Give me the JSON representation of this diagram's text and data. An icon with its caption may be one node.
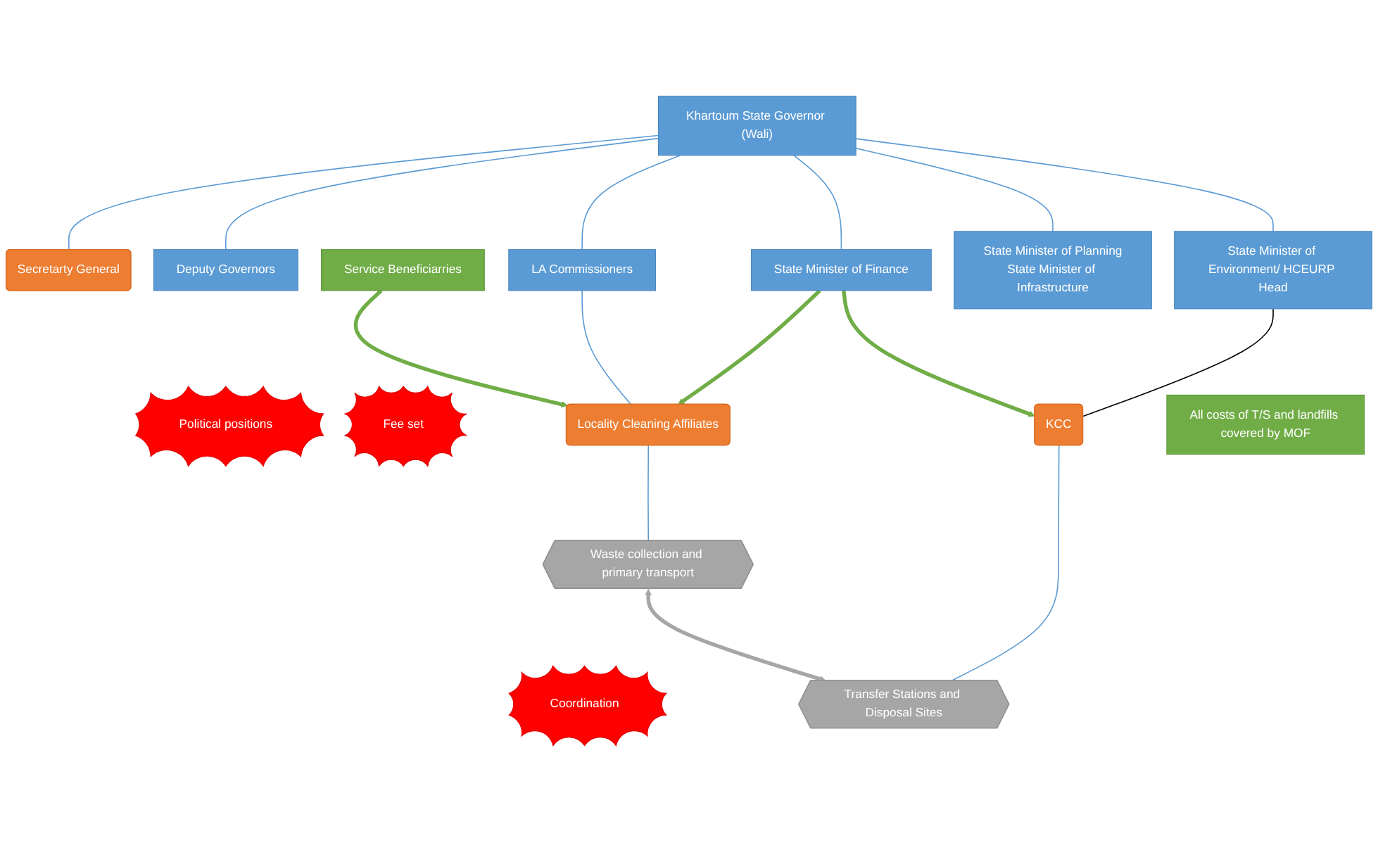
{
  "diagram": {
    "nodes": [
      {
        "text": [
          "Khartoum State Governor (Wali)"
        ]
      },
      {
        "text": [
          "Secretarty General"
        ]
      },
      {
        "text": [
          "Deputy Governors"
        ]
      },
      {
        "text": [
          "Political positions"
        ]
      },
      {
        "text": [
          "Fee set"
        ]
      },
      {
        "text": [
          "Service Beneficiarries"
        ]
      },
      {
        "text": [
          "LA Commissioners"
        ]
      },
      {
        "text": [
          "State Minister of Finance"
        ]
      },
      {
        "text": [
          "State Minister of Planning",
          "State Minister of Infrastructure"
        ]
      },
      {
        "text": [
          "State Minister of Environment/ HCEURP Head"
        ]
      },
      {
        "text": [
          "Locality Cleaning Affiliates"
        ]
      },
      {
        "text": [
          "KCC"
        ]
      },
      {
        "text": [
          "All costs of T/S and landfills covered by MOF"
        ]
      },
      {
        "text": [
          "Waste collection and primary transport"
        ]
      },
      {
        "text": [
          "Coordination"
        ]
      },
      {
        "text": [
          "Transfer Stations and Disposal Sites"
        ]
      }
    ],
    "edges": [
      {
        "from": 0,
        "to": 1,
        "arrow": "none"
      },
      {
        "from": 0,
        "to": 2,
        "arrow": "none"
      },
      {
        "from": 0,
        "to": 6,
        "arrow": "none"
      },
      {
        "from": 0,
        "to": 7,
        "arrow": "none"
      },
      {
        "from": 0,
        "to": 8,
        "arrow": "none"
      },
      {
        "from": 0,
        "to": 9,
        "arrow": "none"
      },
      {
        "from": 6,
        "to": 10,
        "arrow": "none"
      },
      {
        "from": 9,
        "to": 11,
        "arrow": "none",
        "color": "#000000"
      },
      {
        "from": 5,
        "to": 10,
        "arrow": "to",
        "style": "thick",
        "color": "#70ad47"
      },
      {
        "from": 7,
        "to": 10,
        "arrow": "to",
        "style": "thick",
        "color": "#70ad47"
      },
      {
        "from": 7,
        "to": 11,
        "arrow": "to",
        "style": "thick",
        "color": "#70ad47"
      },
      {
        "from": 10,
        "to": 13,
        "arrow": "none"
      },
      {
        "from": 11,
        "to": 15,
        "arrow": "none"
      },
      {
        "from": 13,
        "to": 15,
        "arrow": "both",
        "style": "thick",
        "color": "#a6a6a6"
      }
    ]
  }
}
